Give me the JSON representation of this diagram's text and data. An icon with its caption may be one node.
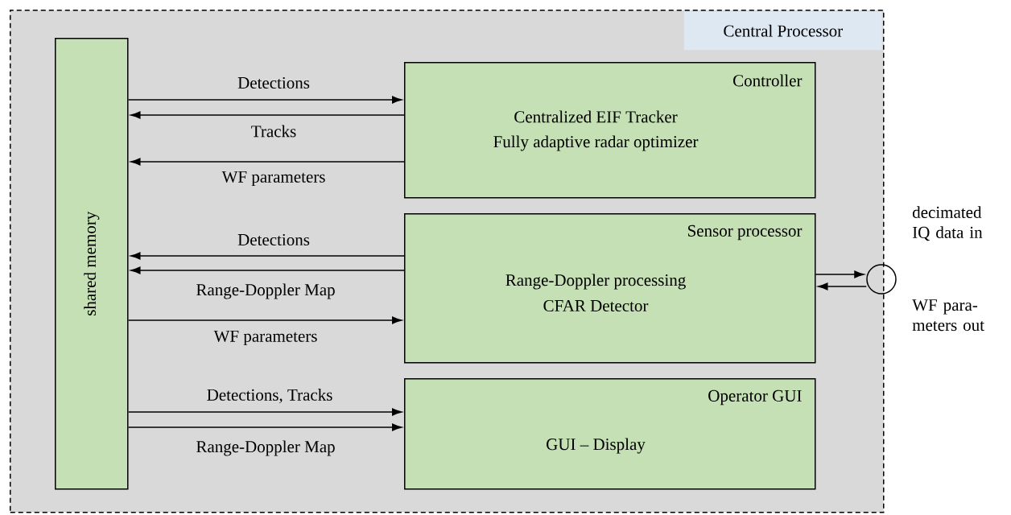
{
  "diagram": {
    "nodes": [
      {
        "text": [
          "Central Processor"
        ]
      },
      {
        "text": [
          "shared memory"
        ],
        "in": 0
      },
      {
        "text": [
          "Controller",
          "Centralized EIF Tracker",
          "Fully adaptive radar optimizer"
        ],
        "in": 0
      },
      {
        "text": [
          "Sensor processor",
          "Range-Doppler processing",
          "CFAR Detector"
        ],
        "in": 0
      },
      {
        "text": [
          "Operator GUI",
          "GUI – Display"
        ],
        "in": 0
      },
      {
        "text": [],
        "shape": "circle",
        "beside": [
          "decimated IQ data in",
          "WF para- meters out"
        ]
      }
    ],
    "edges": [
      {
        "from": 1,
        "to": 2,
        "arrow": "to",
        "label": "Detections"
      },
      {
        "from": 2,
        "to": 1,
        "arrow": "to",
        "label": "Tracks"
      },
      {
        "from": 2,
        "to": 1,
        "arrow": "to",
        "label": "WF parameters"
      },
      {
        "from": 3,
        "to": 1,
        "arrow": "to",
        "label": "Detections"
      },
      {
        "from": 3,
        "to": 1,
        "arrow": "to",
        "label": "Range-Doppler Map"
      },
      {
        "from": 1,
        "to": 3,
        "arrow": "to",
        "label": "WF parameters"
      },
      {
        "from": 1,
        "to": 4,
        "arrow": "to",
        "label": "Detections, Tracks"
      },
      {
        "from": 1,
        "to": 4,
        "arrow": "to",
        "label": "Range-Doppler Map"
      },
      {
        "from": 3,
        "to": 5,
        "arrow": "to"
      },
      {
        "from": 5,
        "to": 3,
        "arrow": "to"
      }
    ]
  }
}
